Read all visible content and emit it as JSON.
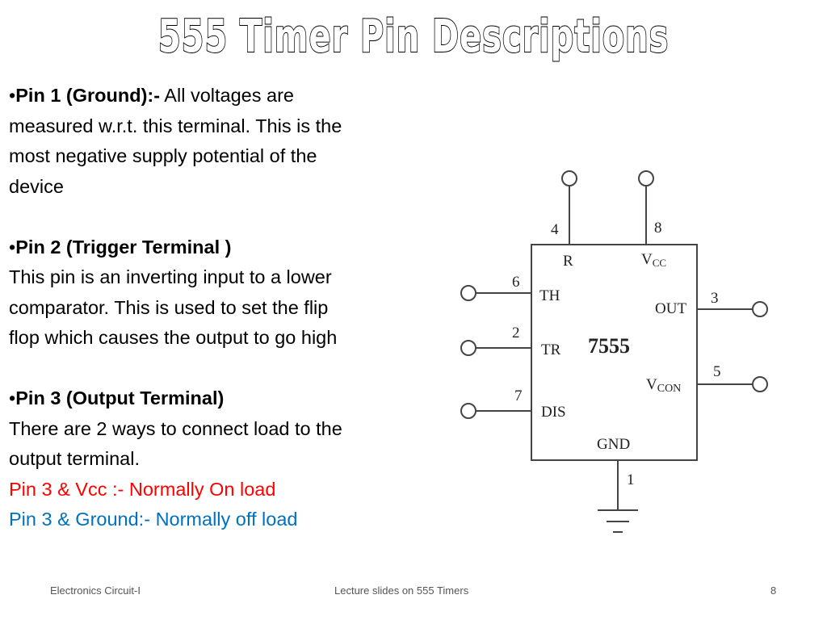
{
  "title": "555 Timer Pin Descriptions",
  "pins_text": {
    "pin1": {
      "heading": "Pin 1 (Ground):-",
      "line1": " All voltages are",
      "line2": "measured w.r.t. this terminal. This is the",
      "line3": "most negative supply potential of the",
      "line4": "device"
    },
    "pin2": {
      "heading": "Pin 2 (Trigger Terminal )",
      "line1": "This pin is an inverting input to a lower",
      "line2": "comparator. This is used to set the flip",
      "line3": "flop which causes the output to go high"
    },
    "pin3": {
      "heading": "Pin 3 (Output Terminal)",
      "line1": "There are 2 ways to connect load to the",
      "line2": "output terminal.",
      "line3": "Pin 3 & Vcc :- Normally On load",
      "line4": "Pin 3 & Ground:- Normally off load"
    }
  },
  "bullet": "•",
  "diagram": {
    "chip_label": "7555",
    "labels": {
      "reset": "R",
      "vcc_main": "V",
      "vcc_sub": "CC",
      "threshold": "TH",
      "trigger": "TR",
      "discharge": "DIS",
      "output": "OUT",
      "vcon_main": "V",
      "vcon_sub": "CON",
      "gnd": "GND"
    },
    "pin_numbers": {
      "p4": "4",
      "p8": "8",
      "p6": "6",
      "p2": "2",
      "p7": "7",
      "p3": "3",
      "p5": "5",
      "p1": "1"
    }
  },
  "footer": {
    "left": "Electronics Circuit-I",
    "center": "Lecture slides on 555 Timers",
    "page": "8"
  },
  "colors": {
    "highlight_red": "#ff0000",
    "highlight_blue": "#0070c0"
  }
}
